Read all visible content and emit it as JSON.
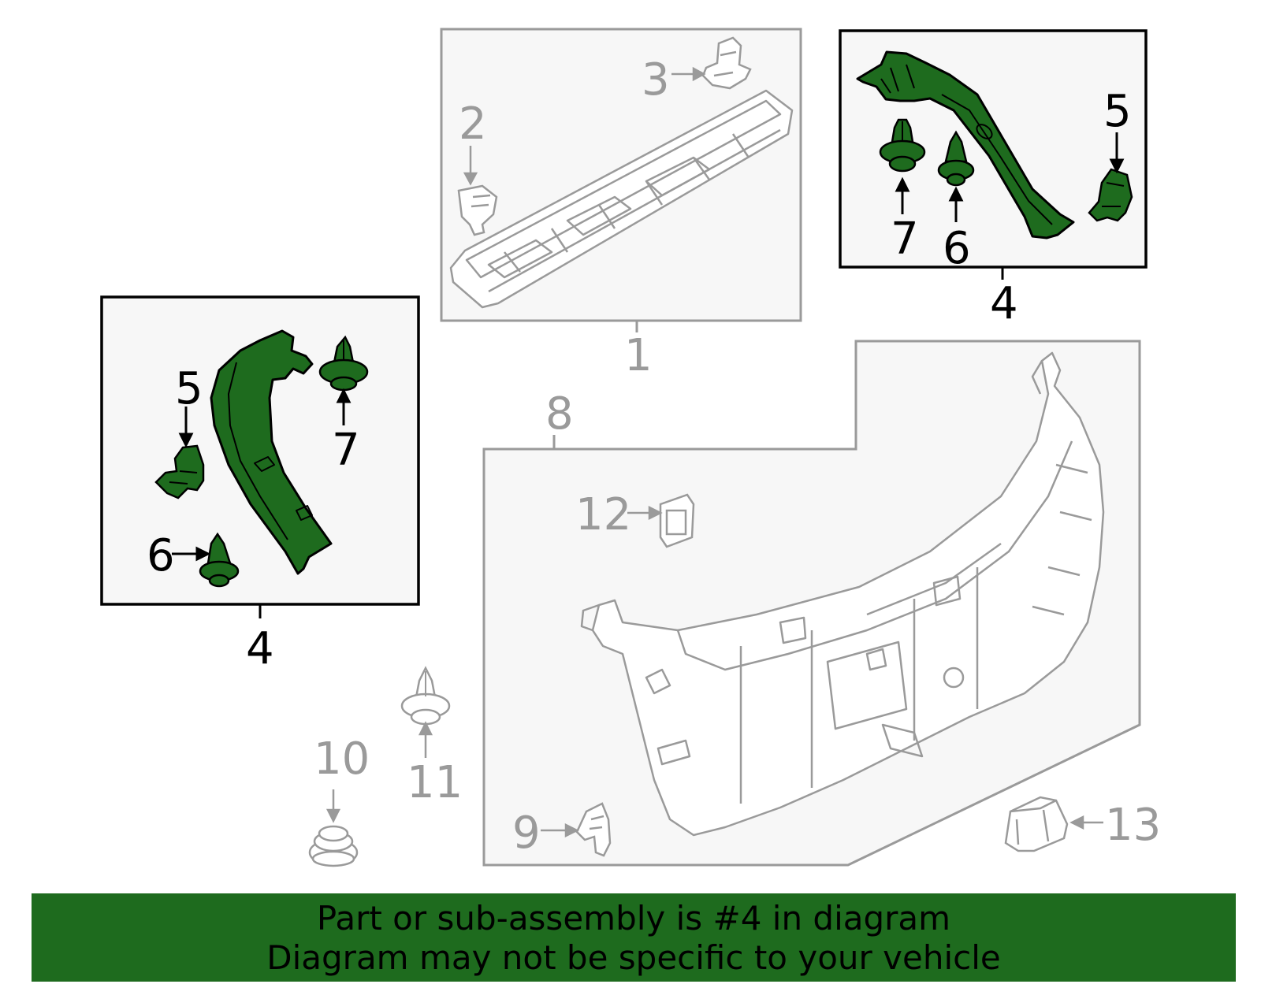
{
  "colors": {
    "highlight_green": "#1e6b1e",
    "part_outline_grey": "#9a9a9a",
    "panel_fill": "#f7f7f7",
    "banner_bg": "#1e6b1e"
  },
  "callouts": {
    "n1": "1",
    "n2": "2",
    "n3": "3",
    "n4_right": "4",
    "n4_left": "4",
    "n5_right": "5",
    "n5_left": "5",
    "n6_right": "6",
    "n6_left": "6",
    "n7_right": "7",
    "n7_left": "7",
    "n8": "8",
    "n9": "9",
    "n10": "10",
    "n11": "11",
    "n12": "12",
    "n13": "13"
  },
  "banner": {
    "line1": "Part or sub-assembly is #4 in diagram",
    "line2": "Diagram may not be specific to your vehicle"
  }
}
